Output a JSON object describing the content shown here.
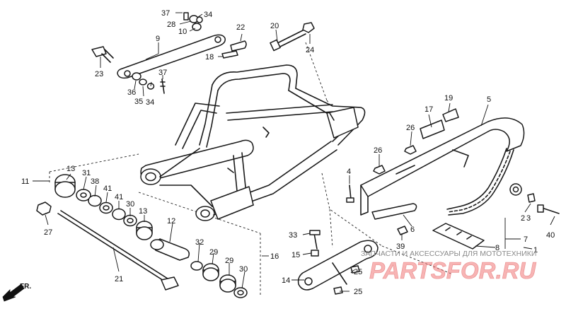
{
  "diagram": {
    "callouts": {
      "c1": "1",
      "c2": "2",
      "c3": "3",
      "c4": "4",
      "c5": "5",
      "c6": "6",
      "c7": "7",
      "c8": "8",
      "c9": "9",
      "c10": "10",
      "c11": "11",
      "c12": "12",
      "c13a": "13",
      "c13b": "13",
      "c14": "14",
      "c15": "15",
      "c16": "16",
      "c17": "17",
      "c18": "18",
      "c19": "19",
      "c20": "20",
      "c21": "21",
      "c22": "22",
      "c23": "23",
      "c24": "24",
      "c25a": "25",
      "c25b": "25",
      "c26a": "26",
      "c26b": "26",
      "c27": "27",
      "c28": "28",
      "c29a": "29",
      "c29b": "29",
      "c30a": "30",
      "c30b": "30",
      "c31": "31",
      "c32": "32",
      "c33": "33",
      "c34a": "34",
      "c34b": "34",
      "c35": "35",
      "c36": "36",
      "c37a": "37",
      "c37b": "37",
      "c38": "38",
      "c39": "39",
      "c40": "40",
      "c41a": "41",
      "c41b": "41"
    },
    "front_marker": "FR.",
    "watermark_text": "ЗАПЧАСТИ И АКСЕССУАРЫ ДЛЯ МОТОТЕХНИКИ",
    "watermark_logo": "PARTSFOR.RU"
  }
}
